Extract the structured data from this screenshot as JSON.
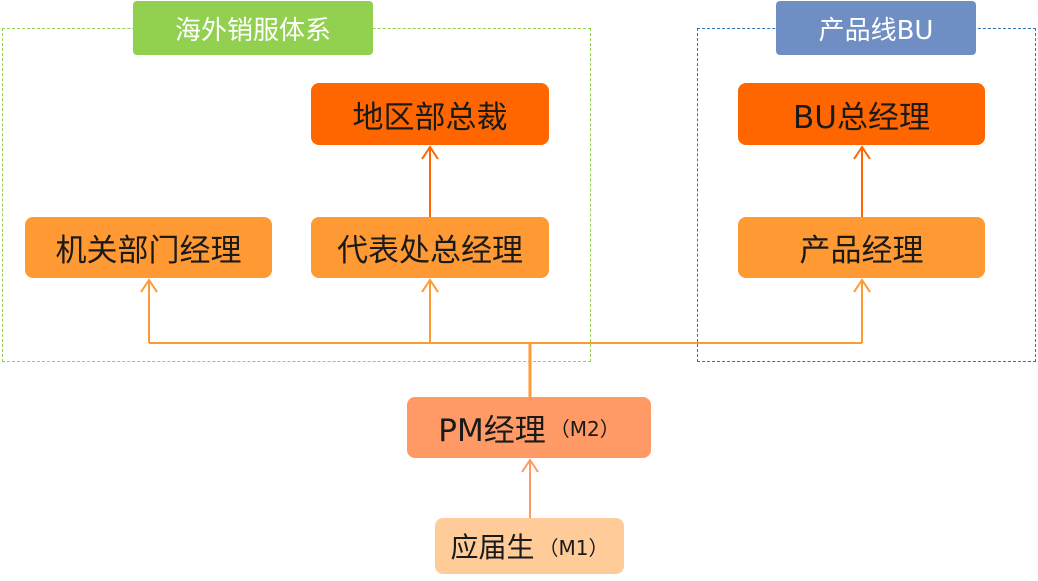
{
  "groups": {
    "overseas": "海外销服体系",
    "product_line": "产品线BU"
  },
  "nodes": {
    "regional_president": "地区部总裁",
    "hq_manager": "机关部门经理",
    "office_general_manager": "代表处总经理",
    "bu_general_manager": "BU总经理",
    "product_manager": "产品经理",
    "pm_manager": "PM经理",
    "pm_level": "（M2）",
    "graduate": "应届生",
    "graduate_level": "（M1）"
  },
  "colors": {
    "overseas_green": "#92d050",
    "bu_blue": "#6f8fc4",
    "dark_orange": "#ff6600",
    "mid_orange": "#ff9933",
    "pm_orange": "#ff9966",
    "light_peach": "#ffcc99"
  }
}
